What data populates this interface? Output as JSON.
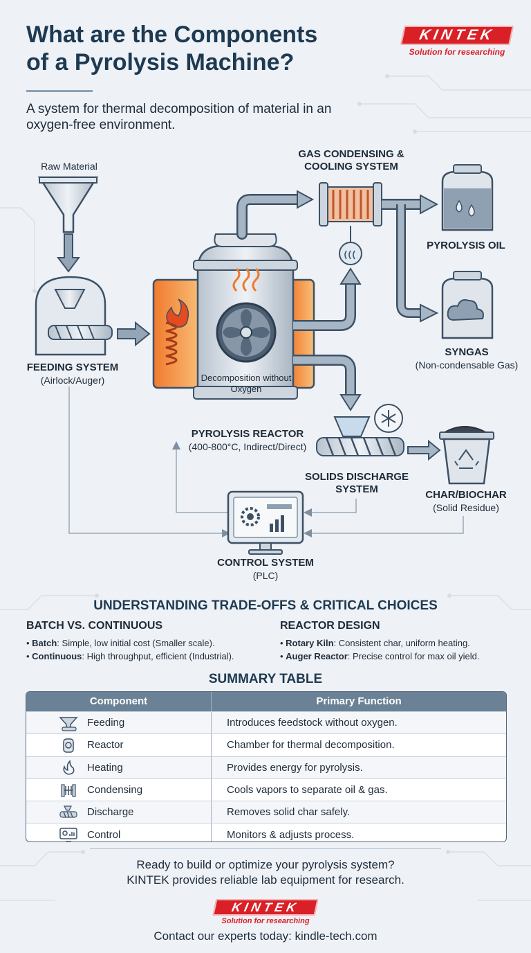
{
  "header": {
    "title_line1": "What are the Components",
    "title_line2": "of a Pyrolysis Machine?",
    "subtitle": "A system for thermal decomposition of material in an oxygen-free environment."
  },
  "brand": {
    "name": "KINTEK",
    "tagline": "Solution for researching",
    "color": "#d92027"
  },
  "diagram": {
    "raw_material": "Raw Material",
    "feeding": {
      "title": "FEEDING SYSTEM",
      "sub": "(Airlock/Auger)"
    },
    "reactor": {
      "title": "PYROLYSIS REACTOR",
      "sub": "(400-800°C, Indirect/Direct)",
      "inner": "Decomposition without Oxygen"
    },
    "condensing": {
      "title_line1": "GAS CONDENSING &",
      "title_line2": "COOLING SYSTEM"
    },
    "oil": {
      "title": "PYROLYSIS OIL"
    },
    "syngas": {
      "title": "SYNGAS",
      "sub": "(Non-condensable Gas)"
    },
    "discharge": {
      "title_line1": "SOLIDS DISCHARGE",
      "title_line2": "SYSTEM"
    },
    "char": {
      "title": "CHAR/BIOCHAR",
      "sub": "(Solid Residue)"
    },
    "control": {
      "title": "CONTROL SYSTEM",
      "sub": "(PLC)"
    }
  },
  "tradeoffs": {
    "title": "UNDERSTANDING TRADE-OFFS & CRITICAL CHOICES",
    "left": {
      "heading": "BATCH VS. CONTINUOUS",
      "items": [
        {
          "term": "Batch",
          "desc": ": Simple, low initial cost (Smaller scale)."
        },
        {
          "term": "Continuous",
          "desc": ": High throughput, efficient (Industrial)."
        }
      ]
    },
    "right": {
      "heading": "REACTOR DESIGN",
      "items": [
        {
          "term": "Rotary Kiln",
          "desc": ": Consistent char, uniform heating."
        },
        {
          "term": "Auger Reactor",
          "desc": ": Precise control for max oil yield."
        }
      ]
    }
  },
  "summary": {
    "title": "SUMMARY TABLE",
    "col1": "Component",
    "col2": "Primary Function",
    "rows": [
      {
        "icon": "funnel-icon",
        "component": "Feeding",
        "function": "Introduces feedstock without oxygen."
      },
      {
        "icon": "reactor-icon",
        "component": "Reactor",
        "function": "Chamber for thermal decomposition."
      },
      {
        "icon": "flame-icon",
        "component": "Heating",
        "function": "Provides energy for pyrolysis."
      },
      {
        "icon": "condenser-icon",
        "component": "Condensing",
        "function": "Cools vapors to separate oil & gas."
      },
      {
        "icon": "auger-icon",
        "component": "Discharge",
        "function": "Removes solid char safely."
      },
      {
        "icon": "monitor-icon",
        "component": "Control",
        "function": "Monitors & adjusts process."
      }
    ]
  },
  "cta": {
    "line1": "Ready to build or optimize your pyrolysis system?",
    "line2": "KINTEK provides reliable lab equipment for research.",
    "contact": "Contact our experts today: kindle-tech.com"
  }
}
